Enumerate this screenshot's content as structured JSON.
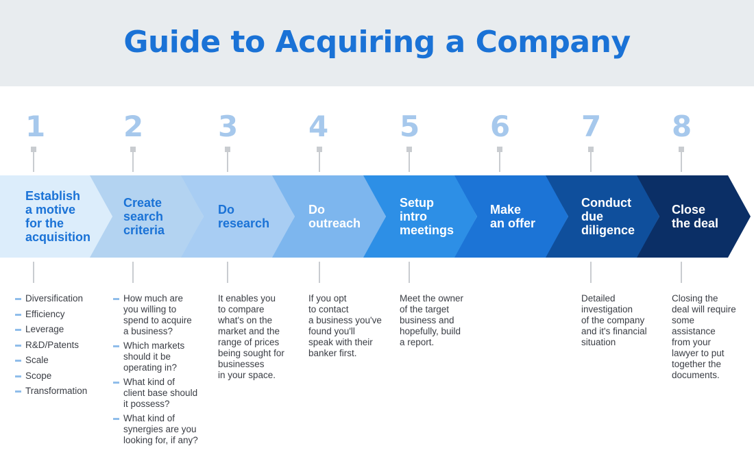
{
  "header": {
    "title": "Guide to Acquiring a Company"
  },
  "colors": {
    "title": "#1a72d6",
    "numbers": "#a6c8ec",
    "connector": "#c9ccd0",
    "bullet": "#8fbdea",
    "chevrons": [
      "#dcedfb",
      "#b3d3f1",
      "#a8cdf3",
      "#7db6ee",
      "#2d8fe6",
      "#1c74d6",
      "#0f4f9c",
      "#0b2f66"
    ]
  },
  "steps": [
    {
      "number": "1",
      "label": "Establish\na motive\nfor the\nacquisition",
      "bullets": [
        "Diversification",
        "Efficiency",
        "Leverage",
        "R&D/Patents",
        "Scale",
        "Scope",
        "Transformation"
      ]
    },
    {
      "number": "2",
      "label": "Create\nsearch\ncriteria",
      "bullets": [
        "How much are\nyou willing to\nspend to acquire\na business?",
        "Which markets\nshould it be\noperating in?",
        "What kind of\nclient base should\nit possess?",
        "What kind of\nsynergies are you\nlooking for, if any?"
      ]
    },
    {
      "number": "3",
      "label": "Do\nresearch",
      "description": "It enables you\nto compare\nwhat's on the\nmarket and the\nrange of prices\nbeing sought for\nbusinesses\nin your space."
    },
    {
      "number": "4",
      "label": "Do\noutreach",
      "description": "If you opt\nto contact\na business you've\nfound you'll\nspeak with their\nbanker first."
    },
    {
      "number": "5",
      "label": "Setup\nintro\nmeetings",
      "description": "Meet the owner\nof the target\nbusiness and\nhopefully, build\na report."
    },
    {
      "number": "6",
      "label": "Make\nan offer"
    },
    {
      "number": "7",
      "label": "Conduct\ndue\ndiligence",
      "description": "Detailed\ninvestigation\nof the company\nand it's financial\nsituation"
    },
    {
      "number": "8",
      "label": "Close\nthe deal",
      "description": "Closing the\ndeal will require\nsome\nassistance\nfrom your\nlawyer to put\ntogether the\ndocuments."
    }
  ]
}
